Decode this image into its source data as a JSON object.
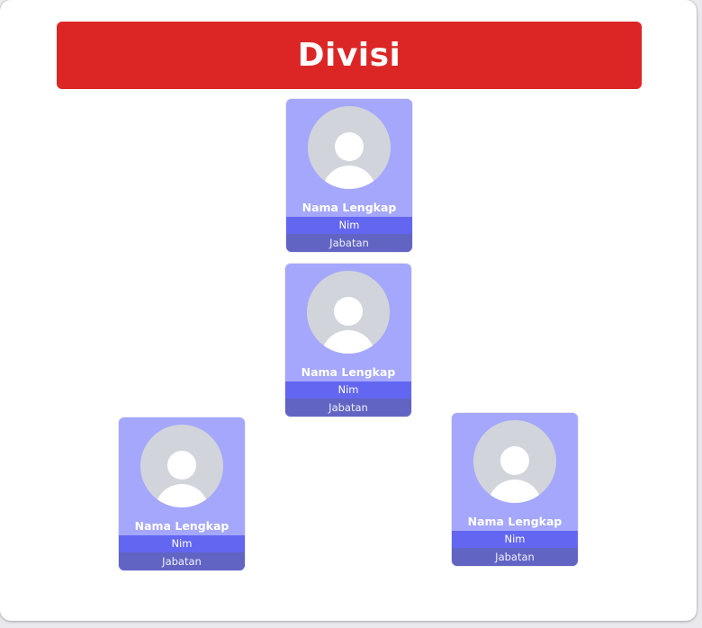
{
  "header": {
    "title": "Divisi"
  },
  "colors": {
    "header_bg": "#dc2626",
    "card_bg": "#a5a7fc",
    "nim_bg": "#6366f1",
    "jabatan_bg": "#6264c4",
    "avatar_bg": "#d1d5db"
  },
  "cards": [
    {
      "avatar_icon": "user-avatar-icon",
      "name": "Nama Lengkap",
      "nim": "Nim",
      "jabatan": "Jabatan"
    },
    {
      "avatar_icon": "user-avatar-icon",
      "name": "Nama Lengkap",
      "nim": "Nim",
      "jabatan": "Jabatan"
    },
    {
      "avatar_icon": "user-avatar-icon",
      "name": "Nama Lengkap",
      "nim": "Nim",
      "jabatan": "Jabatan"
    },
    {
      "avatar_icon": "user-avatar-icon",
      "name": "Nama Lengkap",
      "nim": "Nim",
      "jabatan": "Jabatan"
    }
  ]
}
